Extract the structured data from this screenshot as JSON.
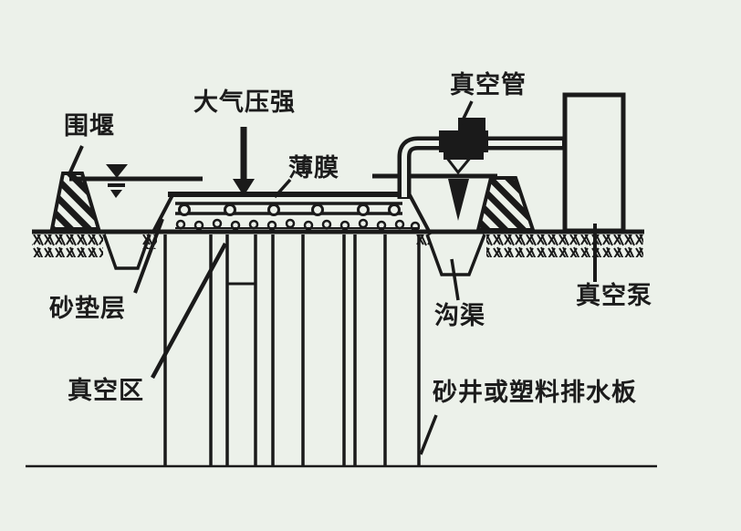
{
  "diagram": {
    "labels": {
      "cofferdam": "围堰",
      "atmospheric_pressure": "大气压强",
      "membrane": "薄膜",
      "vacuum_pipe": "真空管",
      "sand_cushion": "砂垫层",
      "vacuum_zone": "真空区",
      "ditch": "沟渠",
      "vacuum_pump": "真空泵",
      "vertical_drain": "砂井或塑料排水板"
    },
    "colors": {
      "background": "#ecf1ea",
      "ink": "#1a1a1a"
    }
  }
}
